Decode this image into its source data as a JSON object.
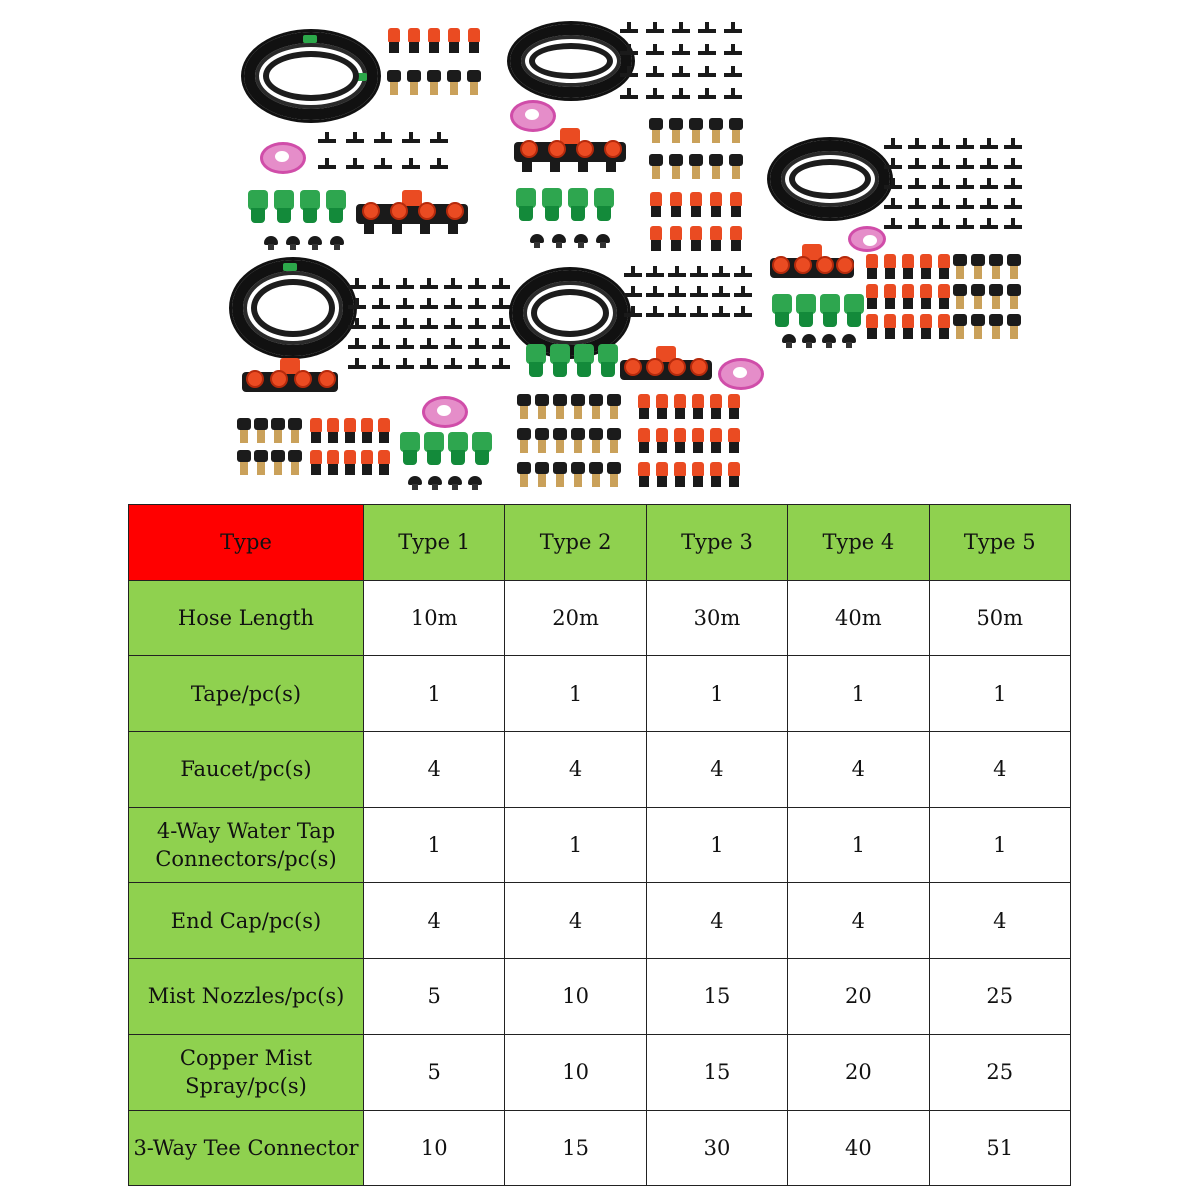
{
  "table": {
    "header": [
      "Type",
      "Type 1",
      "Type 2",
      "Type 3",
      "Type 4",
      "Type 5"
    ],
    "rows": [
      {
        "label": "Hose Length",
        "values": [
          "10m",
          "20m",
          "30m",
          "40m",
          "50m"
        ]
      },
      {
        "label": "Tape/pc(s)",
        "values": [
          "1",
          "1",
          "1",
          "1",
          "1"
        ]
      },
      {
        "label": "Faucet/pc(s)",
        "values": [
          "4",
          "4",
          "4",
          "4",
          "4"
        ]
      },
      {
        "label": "4-Way Water Tap Connectors/pc(s)",
        "values": [
          "1",
          "1",
          "1",
          "1",
          "1"
        ]
      },
      {
        "label": "End Cap/pc(s)",
        "values": [
          "4",
          "4",
          "4",
          "4",
          "4"
        ]
      },
      {
        "label": "Mist Nozzles/pc(s)",
        "values": [
          "5",
          "10",
          "15",
          "20",
          "25"
        ]
      },
      {
        "label": "Copper Mist Spray/pc(s)",
        "values": [
          "5",
          "10",
          "15",
          "20",
          "25"
        ]
      },
      {
        "label": "3-Way Tee Connector",
        "values": [
          "10",
          "15",
          "30",
          "40",
          "51"
        ]
      }
    ]
  },
  "colors": {
    "header_corner": "#ff0000",
    "header_green": "#8fd14f",
    "nozzle_red": "#ea4b22",
    "brass": "#caa15a",
    "faucet_green": "#2ea64f",
    "tape_pink": "#e58dc9"
  },
  "icons": [
    "hose-coil-icon",
    "teflon-tape-icon",
    "mist-nozzle-icon",
    "copper-spray-icon",
    "tee-connector-icon",
    "faucet-icon",
    "end-cap-icon",
    "4-way-connector-icon"
  ]
}
